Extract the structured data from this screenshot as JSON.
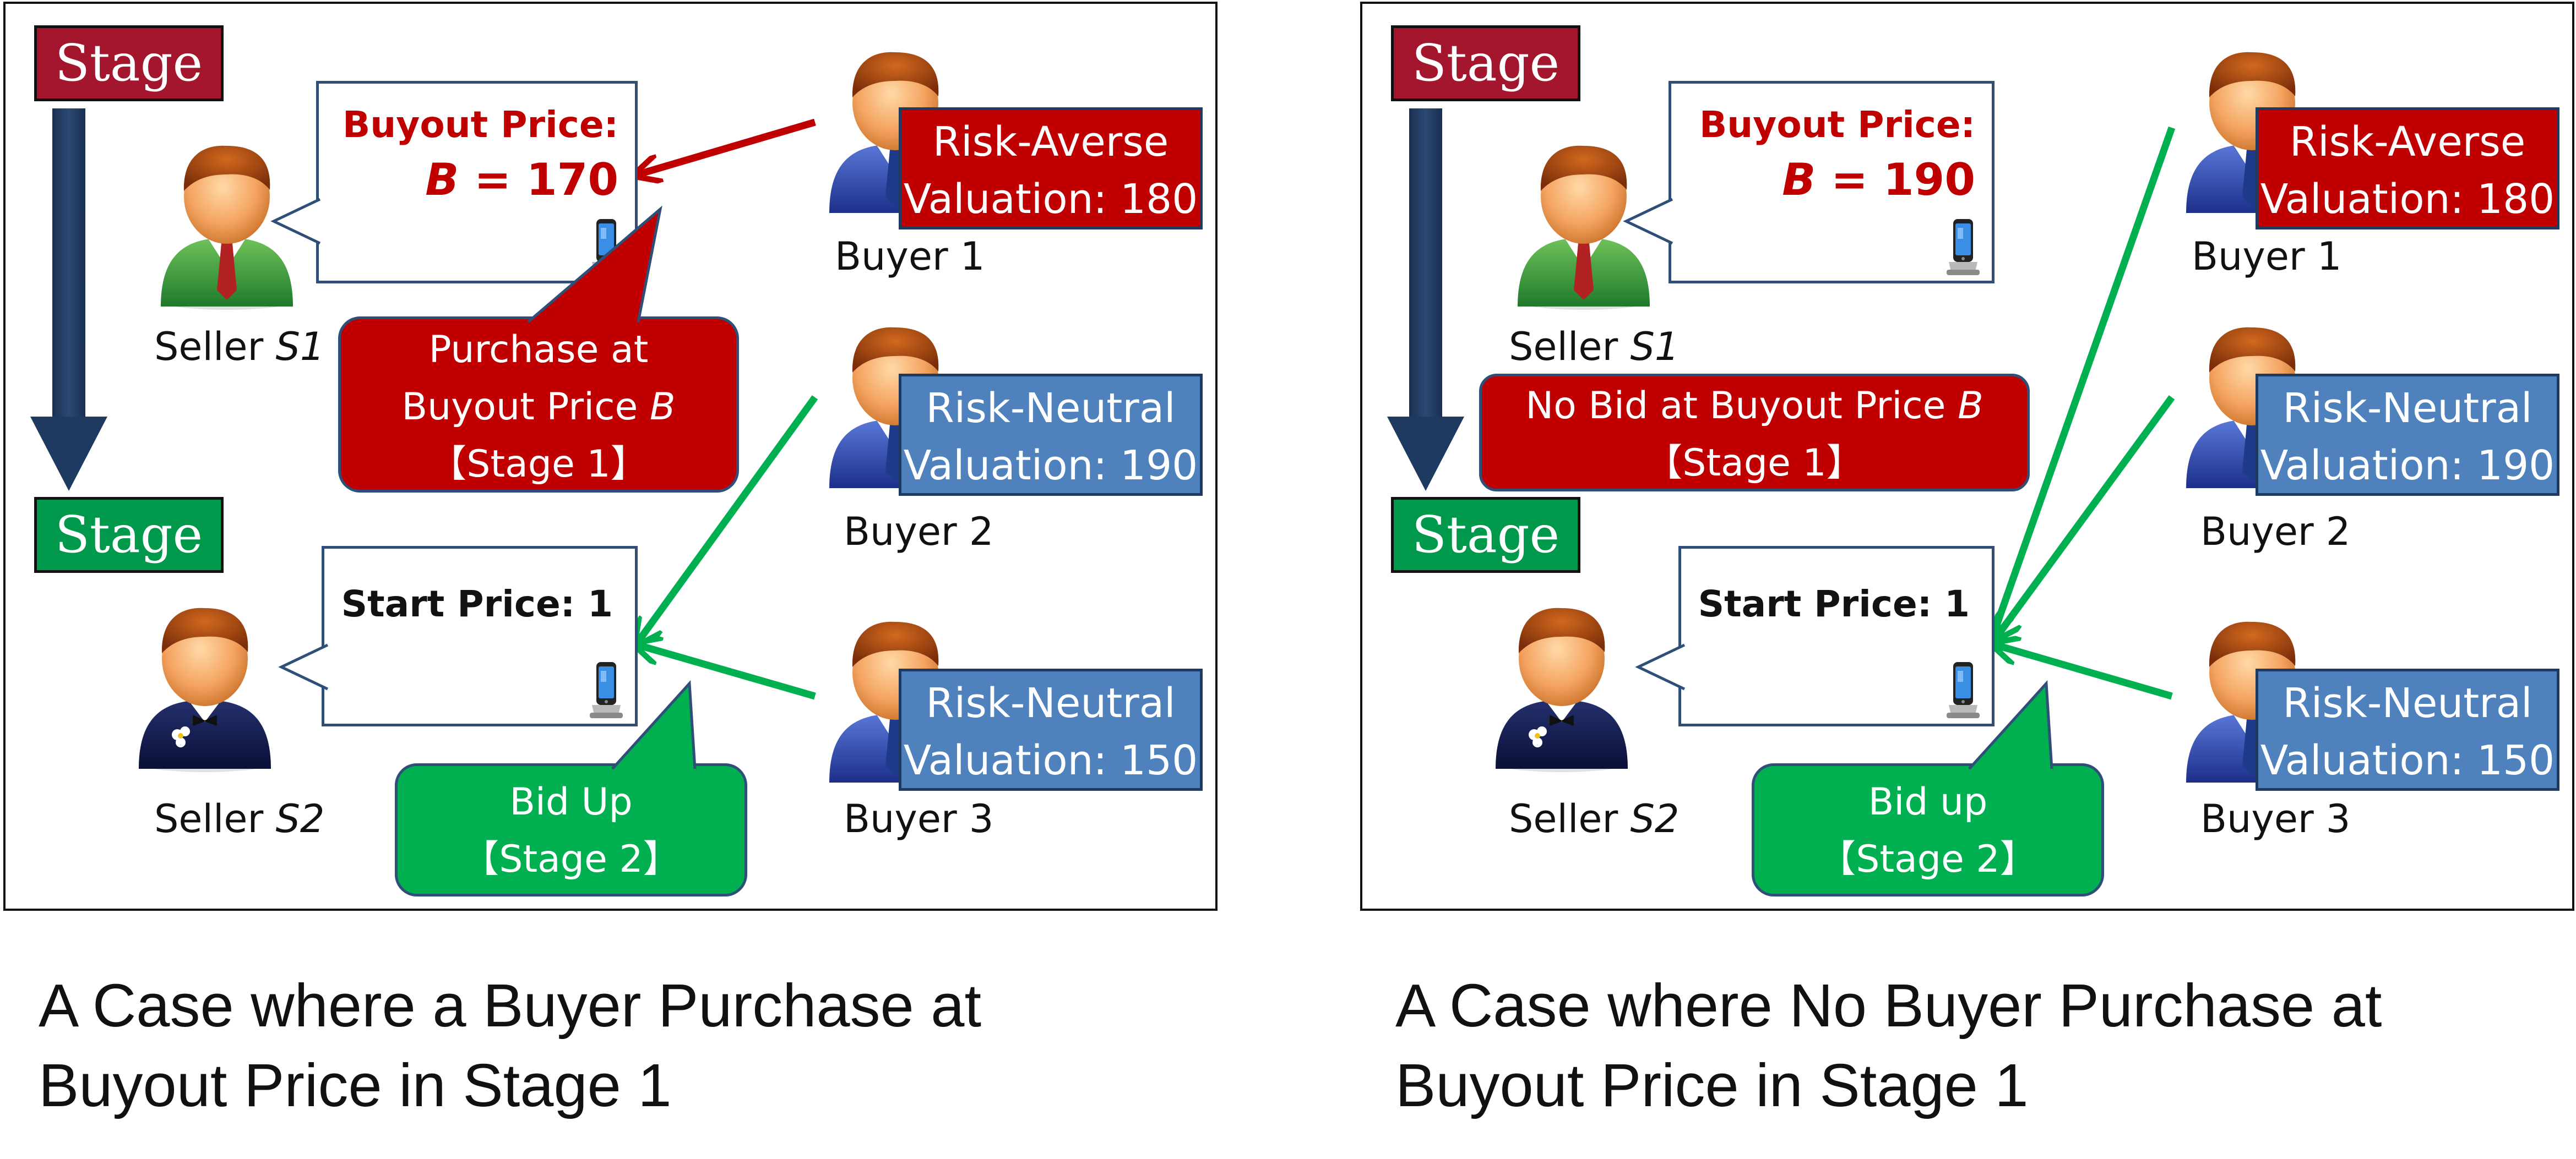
{
  "colors": {
    "red": "#c00000",
    "dark_red": "#a4152e",
    "green": "#00b050",
    "dark_green": "#00994c",
    "blue": "#4f81bd",
    "navy": "#1f3a60"
  },
  "panels": [
    {
      "stage1_label": "Stage 1",
      "stage2_label": "Stage 2",
      "seller1": {
        "label_prefix": "Seller ",
        "label_var": "S1"
      },
      "seller2": {
        "label_prefix": "Seller ",
        "label_var": "S2"
      },
      "buyout": {
        "title": "Buyout Price:",
        "var": "B",
        "value": " = 170"
      },
      "start_price": "Start Price: 1",
      "callout_top": {
        "line1": "Purchase at",
        "line2_prefix": "Buyout Price ",
        "line2_var": "B",
        "line3": "【Stage 1】"
      },
      "callout_bottom": {
        "line1": "Bid Up",
        "line2": "【Stage 2】"
      },
      "buyers": [
        {
          "name": "Buyer 1",
          "type": "Risk-Averse",
          "valuation": "Valuation: 180"
        },
        {
          "name": "Buyer 2",
          "type": "Risk-Neutral",
          "valuation": "Valuation: 190"
        },
        {
          "name": "Buyer 3",
          "type": "Risk-Neutral",
          "valuation": "Valuation: 150"
        }
      ],
      "caption_line1": "A Case where a Buyer Purchase at",
      "caption_line2": "Buyout Price in Stage 1"
    },
    {
      "stage1_label": "Stage 1",
      "stage2_label": "Stage 2",
      "seller1": {
        "label_prefix": "Seller ",
        "label_var": "S1"
      },
      "seller2": {
        "label_prefix": "Seller ",
        "label_var": "S2"
      },
      "buyout": {
        "title": "Buyout Price:",
        "var": "B",
        "value": " = 190"
      },
      "start_price": "Start Price: 1",
      "callout_top": {
        "line1_prefix": "No Bid at Buyout Price ",
        "line1_var": "B",
        "line2": "【Stage 1】"
      },
      "callout_bottom": {
        "line1": "Bid up",
        "line2": "【Stage 2】"
      },
      "buyers": [
        {
          "name": "Buyer 1",
          "type": "Risk-Averse",
          "valuation": "Valuation: 180"
        },
        {
          "name": "Buyer 2",
          "type": "Risk-Neutral",
          "valuation": "Valuation: 190"
        },
        {
          "name": "Buyer 3",
          "type": "Risk-Neutral",
          "valuation": "Valuation: 150"
        }
      ],
      "caption_line1": "A Case where No Buyer Purchase at",
      "caption_line2": "Buyout Price in Stage 1"
    }
  ]
}
